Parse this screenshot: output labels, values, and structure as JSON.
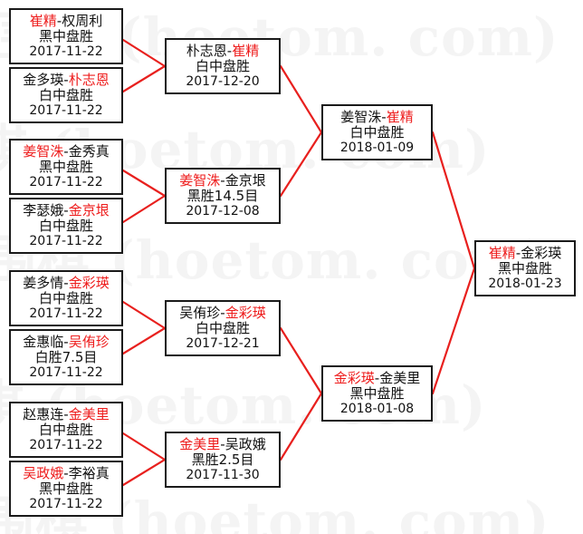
{
  "watermark": {
    "text": "围棋 (hoetom.com)",
    "color": "#f4f4f4",
    "lines": [
      "围棋 (hoetom. com)",
      "围棋 (hoetom. com)",
      "围棋 (hoetom. com)",
      "围棋 (hoetom. com)",
      "围棋 (hoetom. com)"
    ]
  },
  "colors": {
    "winner": "#ee1c1c",
    "loser": "#111111",
    "connector": "#e8201e",
    "box_border": "#1a1a1a",
    "background": "#ffffff"
  },
  "bracket": {
    "rounds": [
      {
        "name": "round-1",
        "matches": [
          {
            "winner": "崔精",
            "loser": "权周利",
            "winner_first": true,
            "result": "黑中盘胜",
            "date": "2017-11-22"
          },
          {
            "winner": "朴志恩",
            "loser": "金多瑛",
            "winner_first": false,
            "result": "白中盘胜",
            "date": "2017-11-22"
          },
          {
            "winner": "姜智洙",
            "loser": "金秀真",
            "winner_first": true,
            "result": "黑中盘胜",
            "date": "2017-11-22"
          },
          {
            "winner": "金京垠",
            "loser": "李瑟娥",
            "winner_first": false,
            "result": "白中盘胜",
            "date": "2017-11-22"
          },
          {
            "winner": "金彩瑛",
            "loser": "姜多情",
            "winner_first": false,
            "result": "白中盘胜",
            "date": "2017-11-22"
          },
          {
            "winner": "吴侑珍",
            "loser": "金惠临",
            "winner_first": false,
            "result": "白胜7.5目",
            "date": "2017-11-22"
          },
          {
            "winner": "金美里",
            "loser": "赵惠连",
            "winner_first": false,
            "result": "白中盘胜",
            "date": "2017-11-22"
          },
          {
            "winner": "吴政娥",
            "loser": "李裕真",
            "winner_first": true,
            "result": "黑中盘胜",
            "date": "2017-11-22"
          }
        ]
      },
      {
        "name": "round-2",
        "matches": [
          {
            "winner": "崔精",
            "loser": "朴志恩",
            "winner_first": false,
            "result": "白中盘胜",
            "date": "2017-12-20"
          },
          {
            "winner": "姜智洙",
            "loser": "金京垠",
            "winner_first": true,
            "result": "黑胜14.5目",
            "date": "2017-12-08"
          },
          {
            "winner": "金彩瑛",
            "loser": "吴侑珍",
            "winner_first": false,
            "result": "白中盘胜",
            "date": "2017-12-21"
          },
          {
            "winner": "金美里",
            "loser": "吴政娥",
            "winner_first": true,
            "result": "黑胜2.5目",
            "date": "2017-11-30"
          }
        ]
      },
      {
        "name": "round-3",
        "matches": [
          {
            "winner": "崔精",
            "loser": "姜智洙",
            "winner_first": false,
            "result": "白中盘胜",
            "date": "2018-01-09"
          },
          {
            "winner": "金彩瑛",
            "loser": "金美里",
            "winner_first": true,
            "result": "黑中盘胜",
            "date": "2018-01-08"
          }
        ]
      },
      {
        "name": "final",
        "matches": [
          {
            "winner": "崔精",
            "loser": "金彩瑛",
            "winner_first": true,
            "result": "黑中盘胜",
            "date": "2018-01-23"
          }
        ]
      }
    ]
  }
}
